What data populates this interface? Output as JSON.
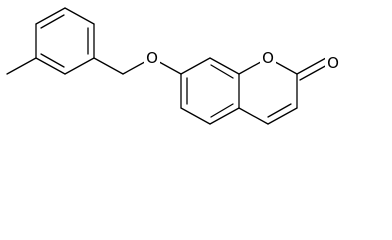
{
  "molecule": {
    "atoms": {
      "o_ether": "O",
      "o_ring": "O",
      "o_carbonyl": "O"
    },
    "colors": {
      "bond": "#000000",
      "background": "#ffffff"
    }
  }
}
